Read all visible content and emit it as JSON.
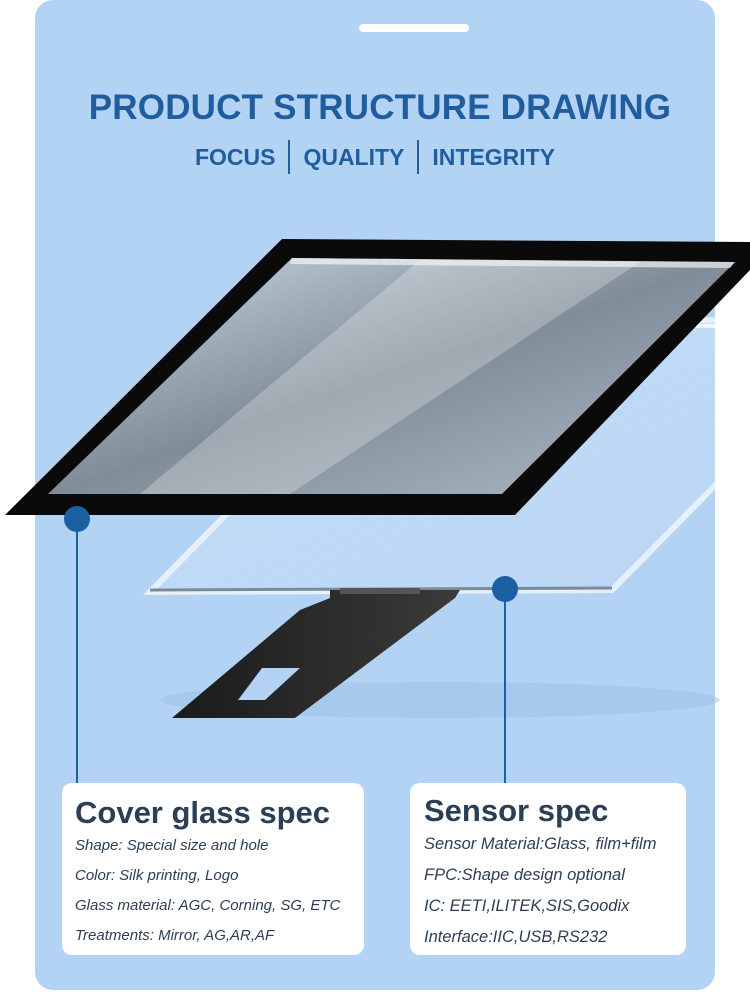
{
  "header": {
    "title": "PRODUCT STRUCTURE DRAWING",
    "tagline": [
      "FOCUS",
      "QUALITY",
      "INTEGRITY"
    ]
  },
  "cover_spec": {
    "title": "Cover glass spec",
    "lines": [
      "Shape: Special size and hole",
      "Color: Silk printing, Logo",
      "Glass material: AGC, Corning, SG, ETC",
      "Treatments: Mirror, AG,AR,AF"
    ]
  },
  "sensor_spec": {
    "title": "Sensor spec",
    "lines": [
      "Sensor Material:Glass, film+film",
      "FPC:Shape design optional",
      "IC: EETI,ILITEK,SIS,Goodix",
      "Interface:IIC,USB,RS232"
    ]
  },
  "colors": {
    "background": "#b3d3f4",
    "accent": "#1f5d9f",
    "marker": "#1c5fa3",
    "frame": "#0a0a0a"
  }
}
